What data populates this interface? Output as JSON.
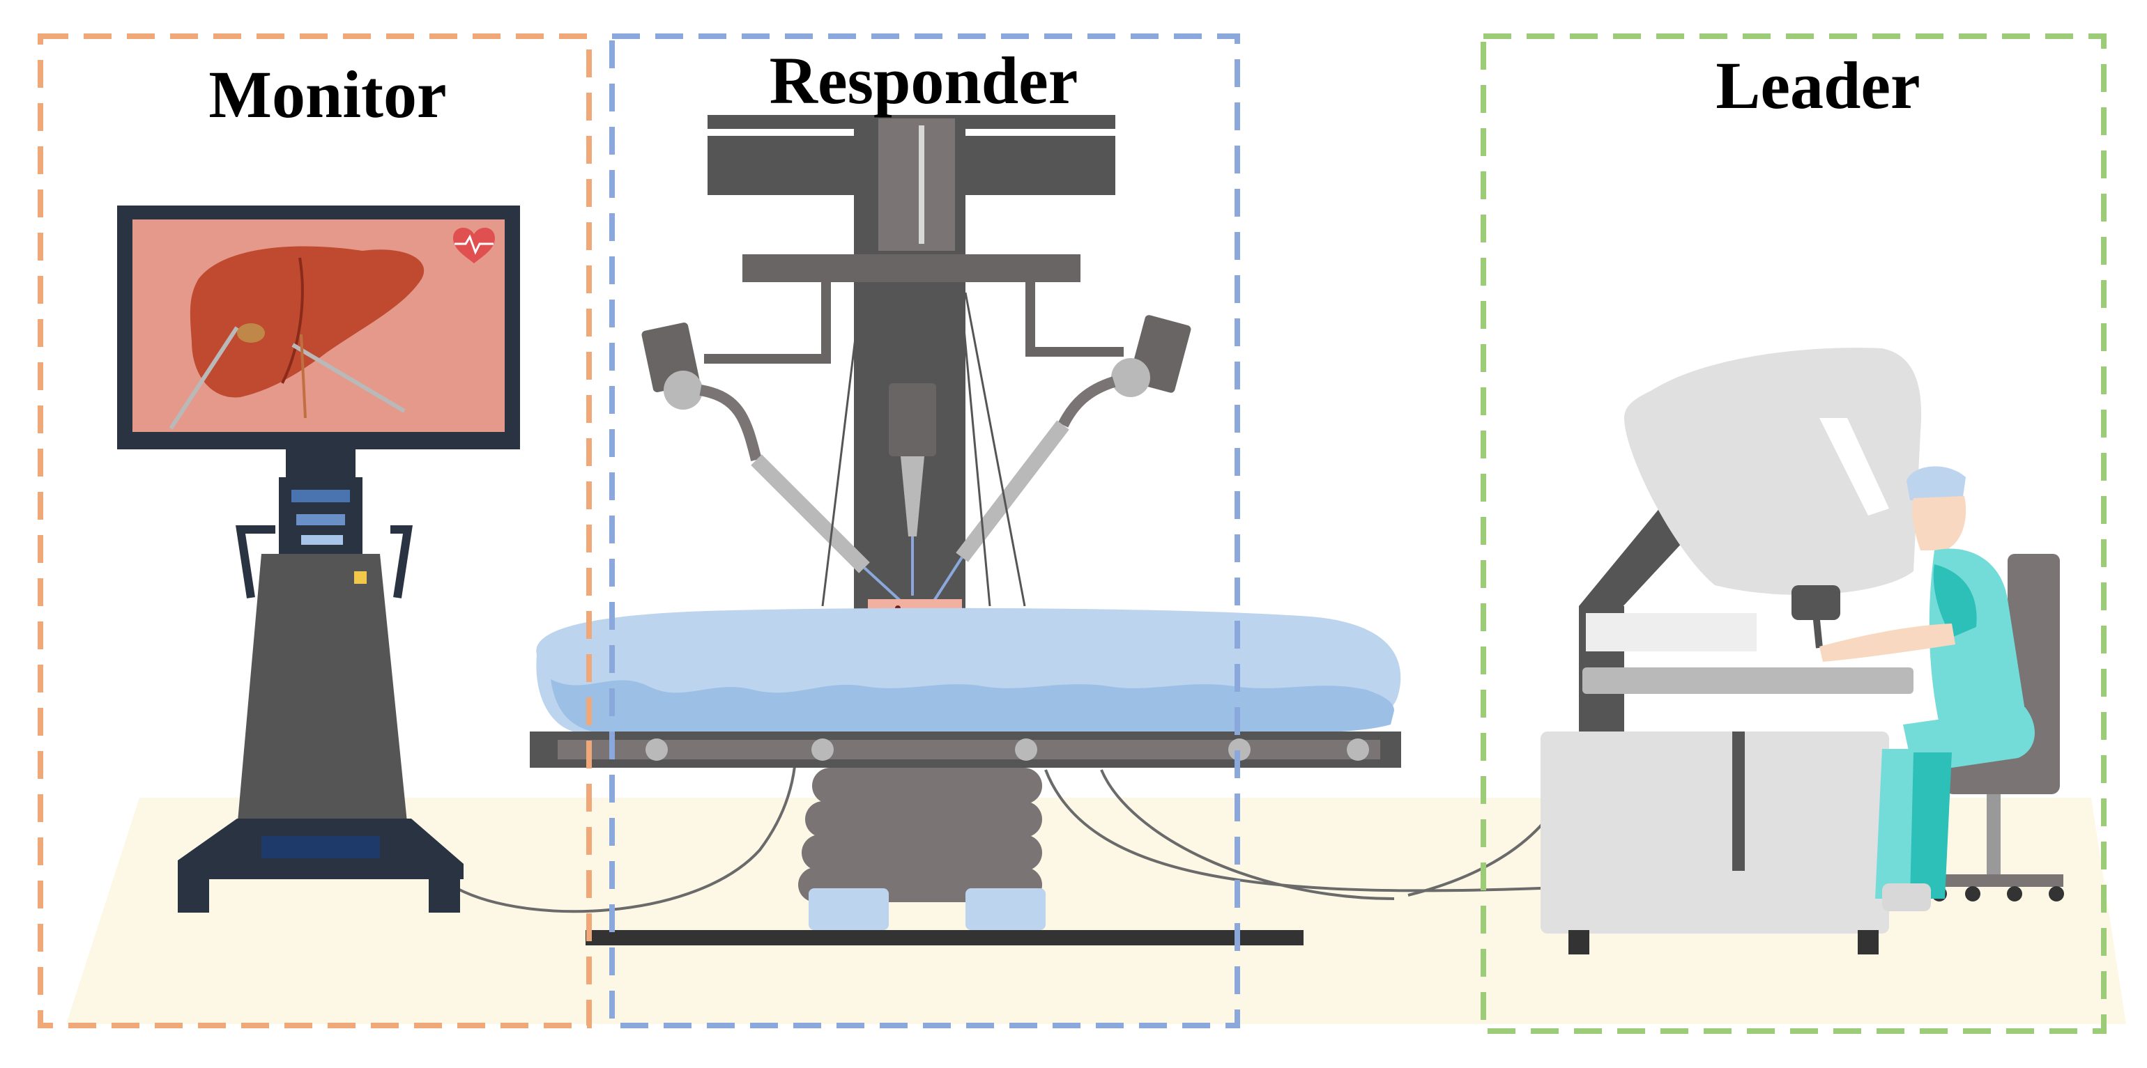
{
  "regions": [
    {
      "id": "monitor",
      "label": "Monitor",
      "color": "#f0a878"
    },
    {
      "id": "responder",
      "label": "Responder",
      "color": "#8aa8dc"
    },
    {
      "id": "leader",
      "label": "Leader",
      "color": "#9ccc78"
    }
  ],
  "palette": {
    "floor": "#fdf8e6",
    "machine_dark": "#555555",
    "machine_mid": "#7a7574",
    "drape": "#bcd4ee",
    "drape_wave": "#9cbfe6",
    "console_light": "#e0e0e0",
    "screen_bg": "#e4998a",
    "liver": "#c04a30",
    "scrubs": "#74dcd8",
    "cable": "#6a6a6a"
  }
}
